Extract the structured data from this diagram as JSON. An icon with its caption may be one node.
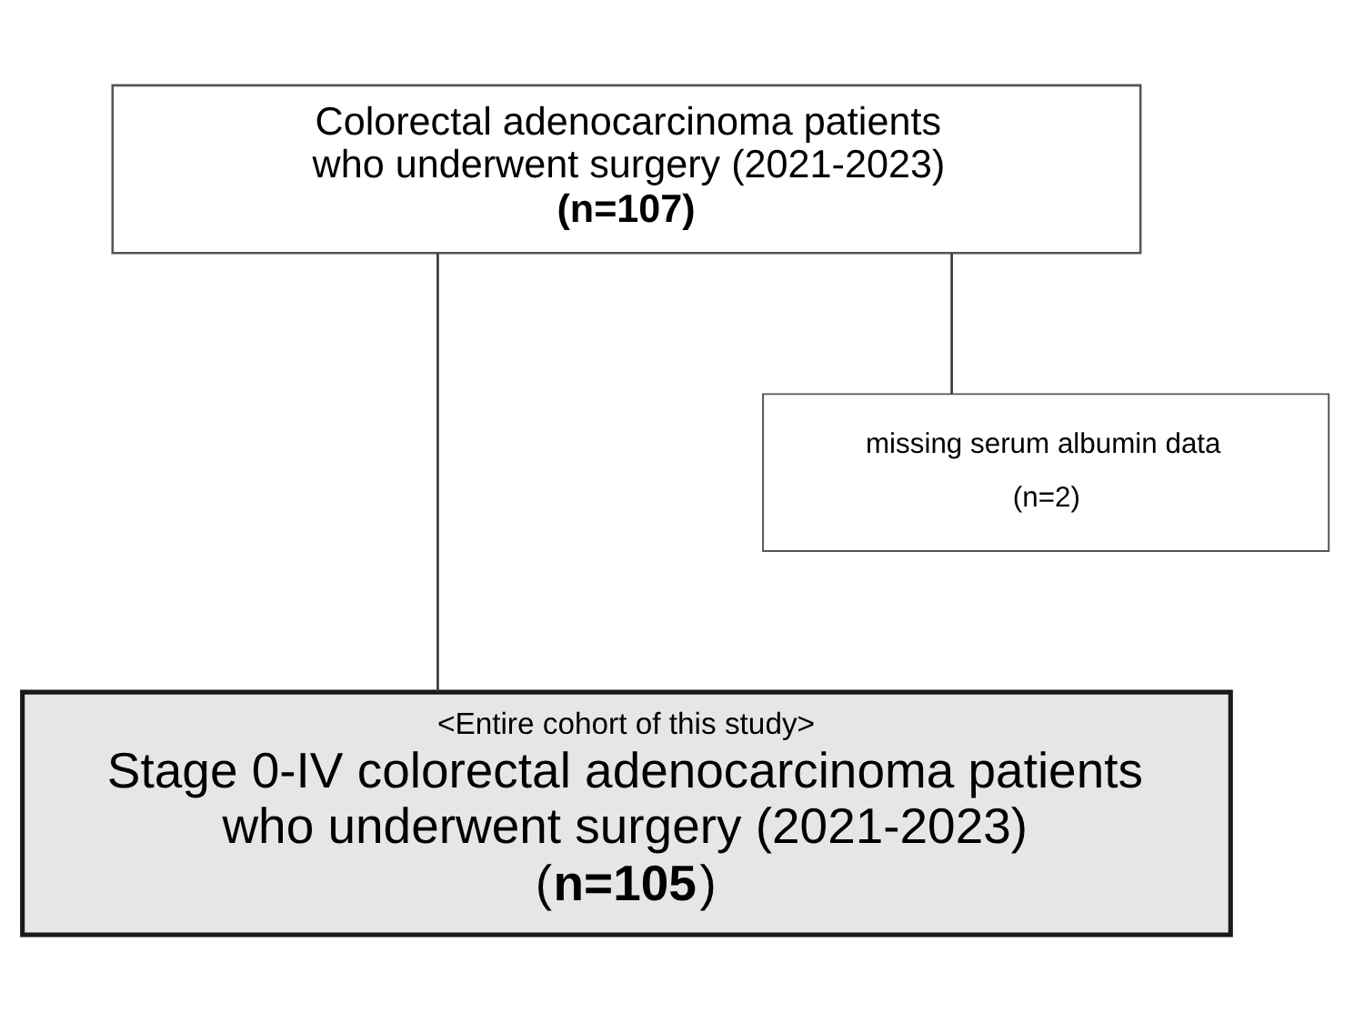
{
  "diagram": {
    "nodes": [
      {
        "text": [
          "Colorectal adenocarcinoma patients who underwent surgery (2021-2023)",
          "(n=107)"
        ]
      },
      {
        "text": [
          "missing serum albumin data",
          "(n=2)"
        ]
      },
      {
        "text": [
          "<Entire cohort of this study>",
          "Stage 0-IV colorectal adenocarcinoma patients who underwent surgery (2021-2023)",
          "(**n=105**)"
        ]
      }
    ],
    "edges": [
      {
        "from": 0,
        "to": 2,
        "arrow": "none"
      },
      {
        "from": 0,
        "to": 1,
        "arrow": "none"
      }
    ]
  }
}
